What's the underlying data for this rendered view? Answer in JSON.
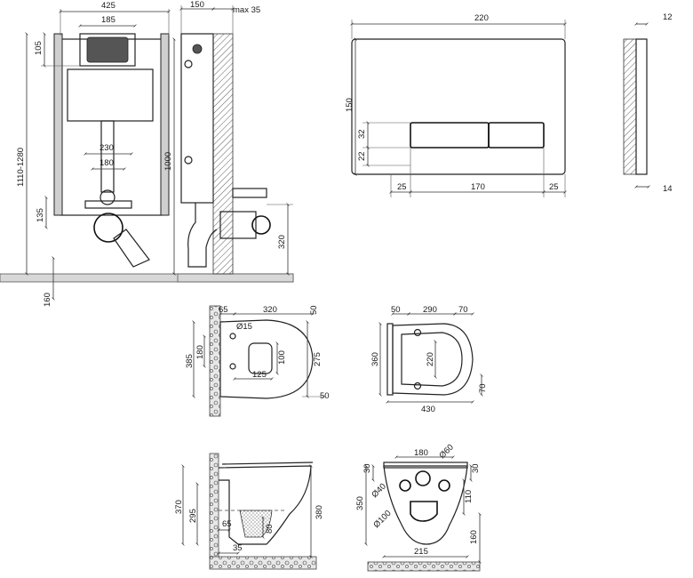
{
  "frame_front": {
    "width_total": "425",
    "width_inner": "185",
    "height_top": "105",
    "width_mount": "230",
    "width_inner2": "180",
    "height_range": "1110-1280",
    "height_frame": "1000",
    "height_outlet": "135",
    "floor_offset": "160"
  },
  "frame_side": {
    "depth": "150",
    "depth_max": "max 35",
    "height_pipe": "320"
  },
  "flush_plate": {
    "width": "220",
    "height": "150",
    "button_height": "32",
    "bottom_margin": "22",
    "left_margin": "25",
    "button_width": "170",
    "right_margin": "25"
  },
  "plate_side": {
    "thickness_top": "12",
    "thickness_bottom": "14"
  },
  "bowl_side_top": {
    "d1": "65",
    "d2": "320",
    "d3": "50",
    "d4": "Ø15",
    "d5": "385",
    "d6": "180",
    "d7": "100",
    "d8": "275",
    "d9": "125",
    "d10": "50"
  },
  "bowl_top": {
    "d1": "50",
    "d2": "290",
    "d3": "70",
    "d4": "360",
    "d5": "220",
    "d6": "70",
    "d7": "430"
  },
  "bowl_section": {
    "d1": "370",
    "d2": "295",
    "d3": "380",
    "d4": "80",
    "d5": "65",
    "d6": "35"
  },
  "bowl_rear": {
    "d1": "180",
    "d2": "Ø60",
    "d3": "30",
    "d4": "30",
    "d5": "Ø40",
    "d6": "350",
    "d7": "110",
    "d8": "Ø100",
    "d9": "160",
    "d10": "215"
  }
}
